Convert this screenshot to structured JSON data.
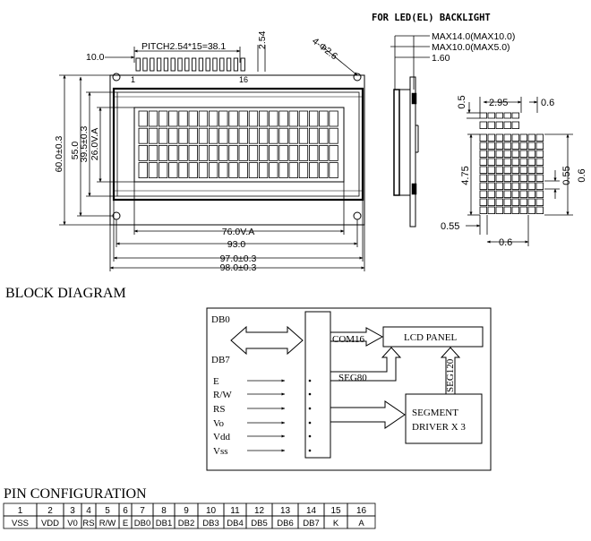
{
  "backlight_title": "FOR LED(EL) BACKLIGHT",
  "dims": {
    "d10": "10.0",
    "pitch": "PITCH2.54*15=38.1",
    "d254": "2.54",
    "hole": "4-Φ2.6",
    "pin1": "1",
    "pin16": "16",
    "h60": "60.0±0.3",
    "h55": "55.0",
    "h395": "39.5±0.3",
    "h26": "26.0V.A",
    "w76": "76.0V.A",
    "w93": "93.0",
    "w97": "97.0±0.3",
    "w98": "98.0±0.3",
    "max14": "MAX14.0(MAX10.0)",
    "max10": "MAX10.0(MAX5.0)",
    "d160": "1.60",
    "c05": "0.5",
    "c295": "2.95",
    "c06a": "0.6",
    "c475": "4.75",
    "c055a": "0.55",
    "c06b": "0.6",
    "c055b": "0.55",
    "c06c": "0.6"
  },
  "block": {
    "heading": "BLOCK DIAGRAM",
    "db0": "DB0",
    "db7": "DB7",
    "signals": [
      "E",
      "R/W",
      "RS",
      "Vo",
      "Vdd",
      "Vss"
    ],
    "com16": "COM16",
    "seg80": "SEG80",
    "seg120": "SEG120",
    "lcd_panel": "LCD PANEL",
    "driver_line1": "SEGMENT",
    "driver_line2": "DRIVER X 3"
  },
  "pins": {
    "heading": "PIN CONFIGURATION",
    "numbers": [
      "1",
      "2",
      "3",
      "4",
      "5",
      "6",
      "7",
      "8",
      "9",
      "10",
      "11",
      "12",
      "13",
      "14",
      "15",
      "16"
    ],
    "names": [
      "VSS",
      "VDD",
      "V0",
      "RS",
      "R/W",
      "E",
      "DB0",
      "DB1",
      "DB2",
      "DB3",
      "DB4",
      "DB5",
      "DB6",
      "DB7",
      "K",
      "A"
    ]
  }
}
